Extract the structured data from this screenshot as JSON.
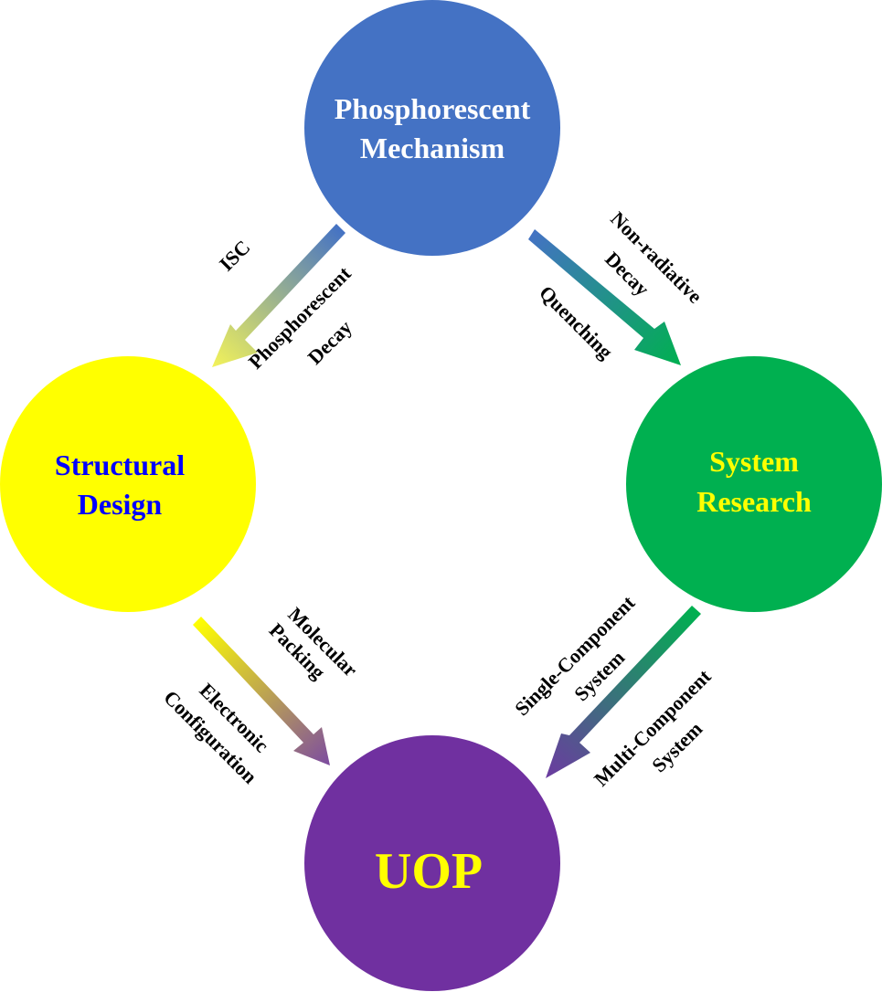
{
  "nodes": {
    "top": {
      "line1": "Phosphorescent",
      "line2": "Mechanism",
      "fill": "#4472C4",
      "text_color": "#FFFFFF"
    },
    "left": {
      "line1": "Structural",
      "line2": "Design",
      "fill": "#FFFF00",
      "text_color": "#0000FF"
    },
    "right": {
      "line1": "System",
      "line2": "Research",
      "fill": "#00B050",
      "text_color": "#FFFF00"
    },
    "bottom": {
      "line1": "UOP",
      "fill": "#7030A0",
      "text_color": "#FFFF00"
    }
  },
  "edges": {
    "top_left": {
      "label_a": "ISC",
      "label_b1": "Phosphorescent",
      "label_b2": "Decay"
    },
    "top_right": {
      "label_a1": "Non-radiative",
      "label_a2": "Decay",
      "label_b": "Quenching"
    },
    "left_bottom": {
      "label_a1": "Molecular",
      "label_a2": "Packing",
      "label_b1": "Electronic",
      "label_b2": "Configuration"
    },
    "right_bottom": {
      "label_a1": "Single-Component",
      "label_a2": "System",
      "label_b1": "Multi-Component",
      "label_b2": "System"
    }
  }
}
